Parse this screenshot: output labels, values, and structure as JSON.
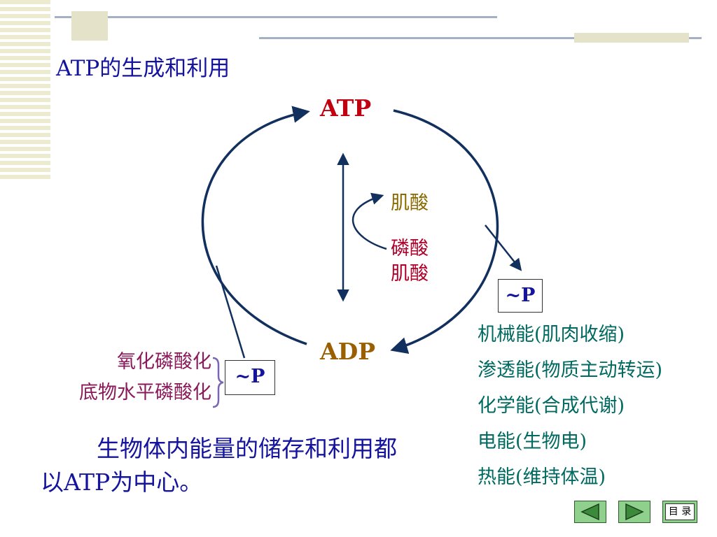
{
  "slide": {
    "title": "ATP的生成和利用"
  },
  "cycle": {
    "top_label": "ATP",
    "bottom_label": "ADP",
    "creatine": "肌酸",
    "phosphocreatine_line1": "磷酸",
    "phosphocreatine_line2": "肌酸"
  },
  "phosphate_right": "~P",
  "phosphate_left": "~P",
  "sources": [
    "氧化磷酸化",
    "底物水平磷酸化"
  ],
  "uses": [
    "机械能(肌肉收缩)",
    "渗透能(物质主动转运)",
    "化学能(合成代谢)",
    "电能(生物电)",
    "热能(维持体温)"
  ],
  "summary": "生物体内能量的储存和利用都以ATP为中心。",
  "nav": {
    "toc_label": "目 录"
  },
  "colors": {
    "arrow": "#12305e",
    "title": "#14149e",
    "atp": "#c00010",
    "adp": "#9a5f00",
    "uses": "#006a60",
    "sources": "#8b1a5a",
    "nav_button": "#8ed08c"
  }
}
